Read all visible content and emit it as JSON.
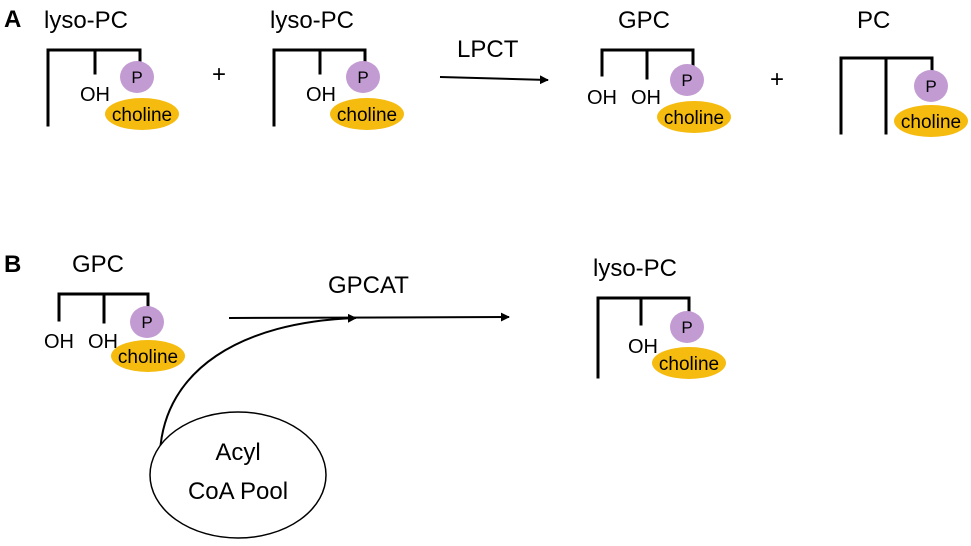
{
  "colors": {
    "phosphate": "#c39bd3",
    "choline": "#f5bb0f",
    "line": "#000000",
    "background": "#ffffff"
  },
  "panel_a": {
    "label": "A",
    "plus_1": "+",
    "plus_2": "+",
    "enzyme": "LPCT",
    "molecules": [
      {
        "name": "lyso-PC",
        "oh": [
          "OH"
        ],
        "phosphate": "P",
        "headgroup": "choline"
      },
      {
        "name": "lyso-PC",
        "oh": [
          "OH"
        ],
        "phosphate": "P",
        "headgroup": "choline"
      },
      {
        "name": "GPC",
        "oh": [
          "OH",
          "OH"
        ],
        "phosphate": "P",
        "headgroup": "choline"
      },
      {
        "name": "PC",
        "oh": [],
        "phosphate": "P",
        "headgroup": "choline"
      }
    ]
  },
  "panel_b": {
    "label": "B",
    "enzyme": "GPCAT",
    "pool": [
      "Acyl",
      "CoA Pool"
    ],
    "molecules": [
      {
        "name": "GPC",
        "oh": [
          "OH",
          "OH"
        ],
        "phosphate": "P",
        "headgroup": "choline"
      },
      {
        "name": "lyso-PC",
        "oh": [
          "OH"
        ],
        "phosphate": "P",
        "headgroup": "choline"
      }
    ]
  }
}
